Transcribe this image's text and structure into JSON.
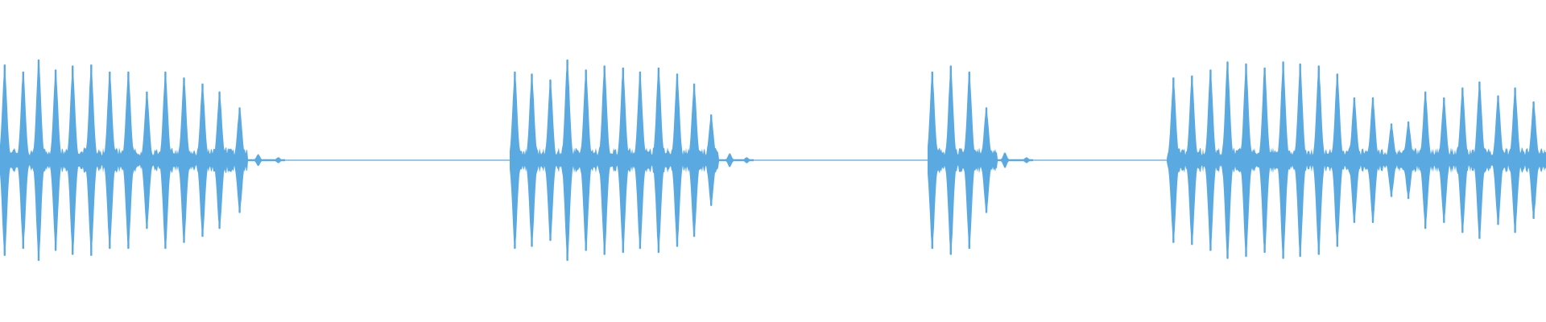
{
  "waveform": {
    "color": "#5AA9E0",
    "background": "#FFFFFF",
    "baseline_amplitude": 0.01,
    "segments": [
      {
        "start": 0.0,
        "end": 0.16,
        "peaks": [
          {
            "t": 0.003,
            "amp": 0.95
          },
          {
            "t": 0.015,
            "amp": 0.88
          },
          {
            "t": 0.025,
            "amp": 1.0
          },
          {
            "t": 0.036,
            "amp": 0.9
          },
          {
            "t": 0.047,
            "amp": 0.94
          },
          {
            "t": 0.059,
            "amp": 0.95
          },
          {
            "t": 0.071,
            "amp": 0.88
          },
          {
            "t": 0.083,
            "amp": 0.88
          },
          {
            "t": 0.095,
            "amp": 0.68
          },
          {
            "t": 0.107,
            "amp": 0.88
          },
          {
            "t": 0.119,
            "amp": 0.82
          },
          {
            "t": 0.131,
            "amp": 0.76
          },
          {
            "t": 0.142,
            "amp": 0.68
          },
          {
            "t": 0.155,
            "amp": 0.52
          }
        ],
        "tail": [
          {
            "t": 0.167,
            "amp": 0.06
          },
          {
            "t": 0.18,
            "amp": 0.03
          }
        ]
      },
      {
        "start": 0.33,
        "end": 0.465,
        "peaks": [
          {
            "t": 0.333,
            "amp": 0.88
          },
          {
            "t": 0.344,
            "amp": 0.86
          },
          {
            "t": 0.356,
            "amp": 0.8
          },
          {
            "t": 0.367,
            "amp": 1.0
          },
          {
            "t": 0.379,
            "amp": 0.9
          },
          {
            "t": 0.391,
            "amp": 0.94
          },
          {
            "t": 0.403,
            "amp": 0.92
          },
          {
            "t": 0.414,
            "amp": 0.88
          },
          {
            "t": 0.426,
            "amp": 0.92
          },
          {
            "t": 0.438,
            "amp": 0.86
          },
          {
            "t": 0.449,
            "amp": 0.76
          },
          {
            "t": 0.46,
            "amp": 0.45
          }
        ],
        "tail": [
          {
            "t": 0.472,
            "amp": 0.07
          },
          {
            "t": 0.483,
            "amp": 0.03
          }
        ]
      },
      {
        "start": 0.6,
        "end": 0.645,
        "peaks": [
          {
            "t": 0.603,
            "amp": 0.88
          },
          {
            "t": 0.615,
            "amp": 0.94
          },
          {
            "t": 0.627,
            "amp": 0.88
          },
          {
            "t": 0.638,
            "amp": 0.52
          }
        ],
        "tail": [
          {
            "t": 0.65,
            "amp": 0.08
          },
          {
            "t": 0.664,
            "amp": 0.03
          }
        ]
      },
      {
        "start": 0.755,
        "end": 1.0,
        "peaks": [
          {
            "t": 0.759,
            "amp": 0.82
          },
          {
            "t": 0.771,
            "amp": 0.84
          },
          {
            "t": 0.783,
            "amp": 0.9
          },
          {
            "t": 0.794,
            "amp": 0.98
          },
          {
            "t": 0.806,
            "amp": 0.96
          },
          {
            "t": 0.818,
            "amp": 0.92
          },
          {
            "t": 0.83,
            "amp": 0.98
          },
          {
            "t": 0.841,
            "amp": 0.96
          },
          {
            "t": 0.853,
            "amp": 0.94
          },
          {
            "t": 0.865,
            "amp": 0.86
          },
          {
            "t": 0.876,
            "amp": 0.62
          },
          {
            "t": 0.888,
            "amp": 0.62
          },
          {
            "t": 0.9,
            "amp": 0.36
          },
          {
            "t": 0.911,
            "amp": 0.38
          },
          {
            "t": 0.922,
            "amp": 0.68
          },
          {
            "t": 0.934,
            "amp": 0.62
          },
          {
            "t": 0.946,
            "amp": 0.72
          },
          {
            "t": 0.957,
            "amp": 0.78
          },
          {
            "t": 0.969,
            "amp": 0.64
          },
          {
            "t": 0.98,
            "amp": 0.72
          },
          {
            "t": 0.992,
            "amp": 0.58
          }
        ],
        "tail": []
      }
    ]
  }
}
